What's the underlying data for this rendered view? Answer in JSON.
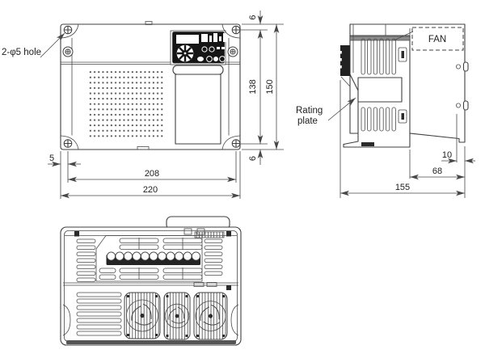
{
  "drawing": {
    "views": {
      "front": {
        "labels": {
          "hole_note": "2-φ5 hole"
        },
        "dims": {
          "top_margin": "6",
          "hole_pitch_v": "138",
          "height": "150",
          "bottom_margin": "6",
          "left_margin": "5",
          "hole_pitch_h": "208",
          "width": "220"
        }
      },
      "side": {
        "labels": {
          "fan": "FAN",
          "rating_line1": "Rating",
          "rating_line2": "plate"
        },
        "dims": {
          "rear_hook_depth": "10",
          "body_depth": "68",
          "depth": "155"
        }
      }
    },
    "colors": {
      "ink": "#3f3f3f",
      "panel": "#151515",
      "background": "#ffffff"
    }
  }
}
